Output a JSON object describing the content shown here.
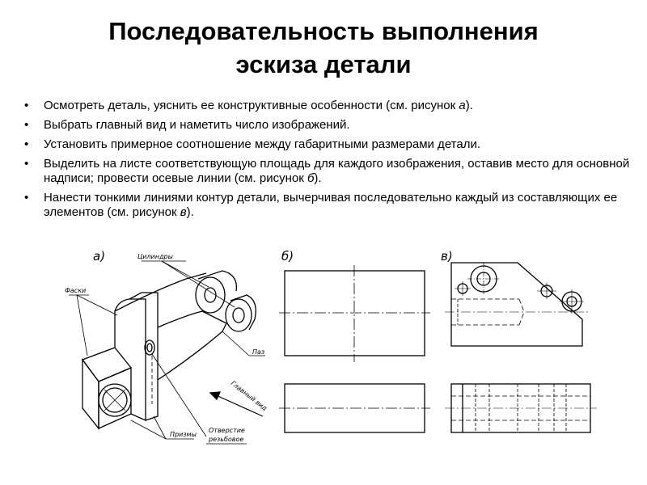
{
  "title": {
    "line1": "Последовательность выполнения",
    "line2": "эскиза детали"
  },
  "bullets": [
    {
      "text": "Осмотреть деталь, уяснить ее конструктивные особенности (см. рисунок ",
      "ref": "а",
      "tail": ")."
    },
    {
      "text": "Выбрать главный вид и наметить число изображений.",
      "ref": "",
      "tail": ""
    },
    {
      "text": "Установить примерное соотношение между габаритными размерами детали.",
      "ref": "",
      "tail": ""
    },
    {
      "text": "Выделить на листе соответствующую площадь для каждого изображения, оставив место для основной надписи; провести осевые линии (см. рисунок ",
      "ref": "б",
      "tail": ")."
    },
    {
      "text": "Нанести тонкими линиями контур детали, вычерчивая последовательно каждый из составляющих ее элементов (см. рисунок ",
      "ref": "в",
      "tail": ")."
    }
  ],
  "figure": {
    "label_a": "а)",
    "label_b": "б)",
    "label_v": "в)",
    "callouts": {
      "cylinders": "Цилиндры",
      "chamfers": "Фаски",
      "groove": "Паз",
      "prisms": "Призмы",
      "threaded_hole_1": "Отверстие",
      "threaded_hole_2": "резьбовое",
      "main_view": "Главный вид"
    }
  }
}
